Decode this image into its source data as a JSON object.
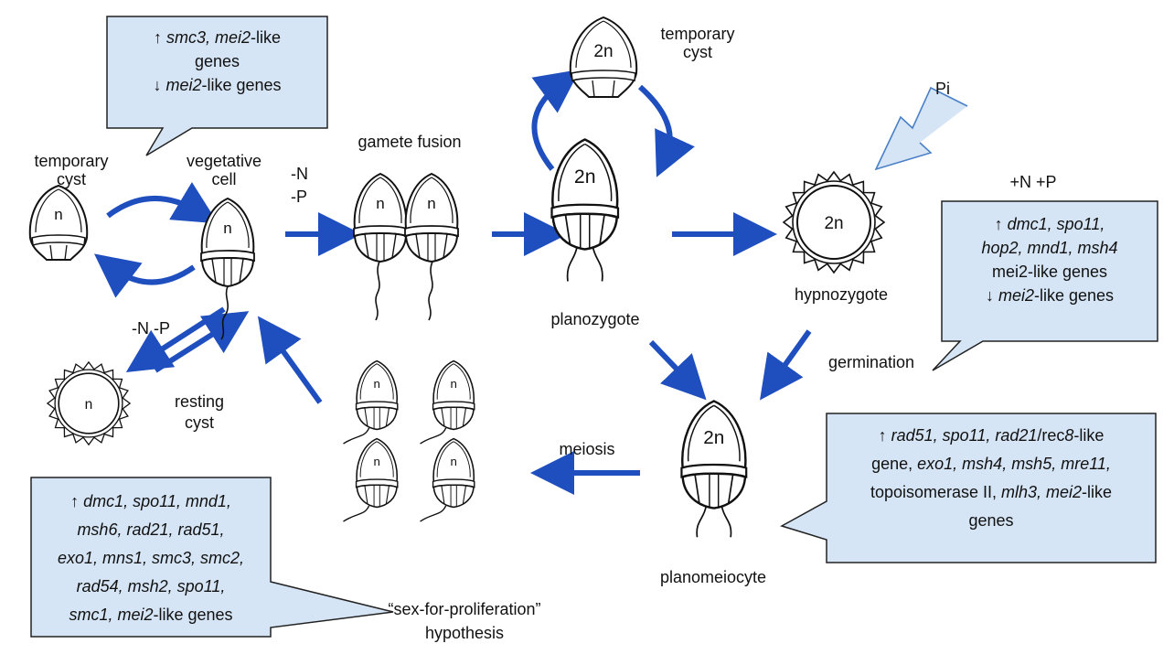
{
  "labels": {
    "temporary_cyst_left": [
      "temporary",
      "cyst"
    ],
    "vegetative_cell": [
      "vegetative",
      "cell"
    ],
    "minus_n_minus_p_top": [
      "-N",
      "-P"
    ],
    "gamete_fusion": "gamete fusion",
    "temporary_cyst_top": [
      "temporary",
      "cyst"
    ],
    "pi": "Pi",
    "plus_n_plus_p": "+N +P",
    "hypnozygote": "hypnozygote",
    "planozygote": "planozygote",
    "germination": "germination",
    "minus_n_p_left": "-N -P",
    "resting_cyst": [
      "resting",
      "cyst"
    ],
    "meiosis": "meiosis",
    "planomeiocyte": "planomeiocyte",
    "hypothesis": [
      "“sex-for-proliferation”",
      "hypothesis"
    ]
  },
  "ploidy": {
    "haploid": "n",
    "diploid": "2n"
  },
  "callouts": {
    "top_left": [
      "↑ <i>smc3, mei2</i>-like",
      "genes",
      "↓ <i>mei2</i>-like genes"
    ],
    "right": [
      "↑ <i>dmc1, spo11,</i>",
      "<i>hop2, mnd1, msh4</i>",
      "mei2-like genes",
      "↓ <i>mei2</i>-like genes"
    ],
    "bottom_right": [
      "↑ <i>rad51, spo11, rad21</i>/rec<i>8</i>-like",
      "gene, <i>exo1, msh4, msh5, mre11,</i>",
      "topoisomerase II, <i>mlh3, mei2</i>-like",
      "genes"
    ],
    "bottom_left": [
      "↑ <i>dmc1, spo11, mnd1,</i>",
      "<i>msh6, rad21, rad51,</i>",
      "<i>exo1, mns1, smc3, smc2,</i>",
      "<i>rad54, msh2, spo11,</i>",
      "<i>smc1, mei2</i>-like genes"
    ]
  },
  "colors": {
    "arrow": "#1f4fbf",
    "callout_fill": "#d6e5f5",
    "callout_stroke": "#222222",
    "pi_arrow_fill": "#d6e5f5",
    "pi_arrow_stroke": "#4a80c8"
  }
}
